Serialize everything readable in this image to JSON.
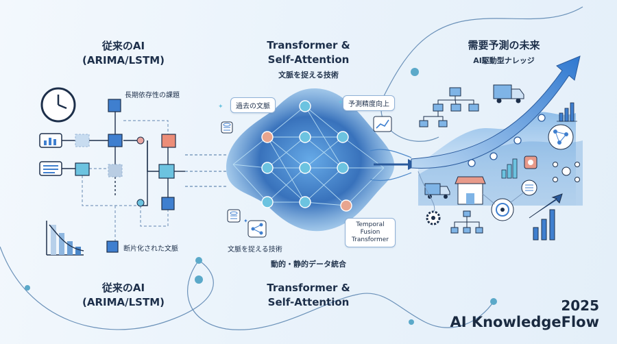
{
  "left": {
    "title": "従来のAI",
    "subtitle": "(ARIMA/LSTM)",
    "label_long_term": "長期依存性の課題",
    "label_fragmented": "断片化された文脈",
    "bottom_title": "従来のAI",
    "bottom_subtitle": "(ARIMA/LSTM)"
  },
  "center": {
    "title_line1": "Transformer &",
    "title_line2": "Self-Attention",
    "caption": "文脈を捉える技術",
    "callout_past": "過去の文脈",
    "callout_accuracy": "予測精度向上",
    "callout_capture": "文脈を捉える技術",
    "callout_tft_line1": "Temporal",
    "callout_tft_line2": "Fusion",
    "callout_tft_line3": "Transformer",
    "label_integration": "動的・静的データ統合",
    "bottom_title_line1": "Transformer &",
    "bottom_title_line2": "Self-Attention"
  },
  "right": {
    "title": "需要予測の未来",
    "subtitle": "AI駆動型ナレッジ"
  },
  "brand": {
    "year": "2025",
    "name": "AI KnowledgeFlow"
  },
  "colors": {
    "navy": "#1d2f4a",
    "accent_blue": "#3f7fcf",
    "node_cyan": "#6cc3e0",
    "node_orange": "#e89a8a",
    "network_dark": "#2a5a9c"
  },
  "icons": [
    "clock-icon",
    "bar-chart-icon",
    "document-icon",
    "truck-icon",
    "store-icon",
    "gear-icon",
    "database-icon",
    "share-icon",
    "line-chart-icon",
    "growth-arrow-icon",
    "network-icon",
    "hierarchy-icon",
    "target-icon"
  ]
}
